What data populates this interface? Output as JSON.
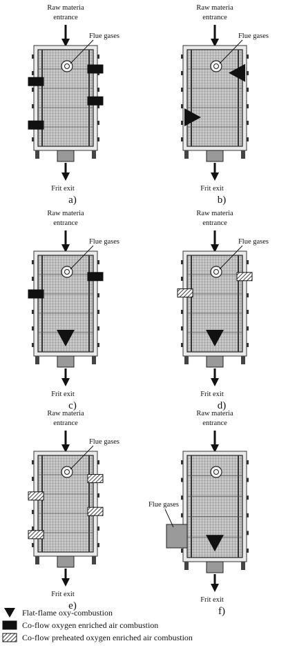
{
  "panels": [
    {
      "id": "a",
      "letter": "a)",
      "top_label": [
        "Raw materia",
        "entrance"
      ],
      "flue_label": "Flue gases",
      "flue_pos": "top",
      "exit_label": "Frit exit",
      "burners": [
        {
          "kind": "oxy",
          "side": "left",
          "y": 0.33
        },
        {
          "kind": "oxy",
          "side": "right",
          "y": 0.2
        },
        {
          "kind": "oxy",
          "side": "right",
          "y": 0.53
        },
        {
          "kind": "oxy",
          "side": "left",
          "y": 0.78
        }
      ]
    },
    {
      "id": "b",
      "letter": "b)",
      "top_label": [
        "Raw materia",
        "entrance"
      ],
      "flue_label": "Flue gases",
      "flue_pos": "top",
      "exit_label": "Frit exit",
      "burners": [
        {
          "kind": "flat",
          "side": "right",
          "y": 0.24
        },
        {
          "kind": "flat",
          "side": "left",
          "y": 0.7
        }
      ]
    },
    {
      "id": "c",
      "letter": "c)",
      "top_label": [
        "Raw materia",
        "entrance"
      ],
      "flue_label": "Flue gases",
      "flue_pos": "top",
      "exit_label": "Frit exit",
      "burners": [
        {
          "kind": "oxy",
          "side": "right",
          "y": 0.22
        },
        {
          "kind": "oxy",
          "side": "left",
          "y": 0.4
        },
        {
          "kind": "flat",
          "side": "bottom",
          "y": 0.9
        }
      ]
    },
    {
      "id": "d",
      "letter": "d)",
      "top_label": [
        "Raw materia",
        "entrance"
      ],
      "flue_label": "Flue gases",
      "flue_pos": "top",
      "exit_label": "Frit exit",
      "burners": [
        {
          "kind": "preheat",
          "side": "right",
          "y": 0.22
        },
        {
          "kind": "preheat",
          "side": "left",
          "y": 0.39
        },
        {
          "kind": "flat",
          "side": "bottom",
          "y": 0.9
        }
      ]
    },
    {
      "id": "e",
      "letter": "e)",
      "top_label": [
        "Raw materia",
        "entrance"
      ],
      "flue_label": "Flue gases",
      "flue_pos": "top",
      "exit_label": "Frit exit",
      "burners": [
        {
          "kind": "preheat",
          "side": "right",
          "y": 0.24
        },
        {
          "kind": "preheat",
          "side": "left",
          "y": 0.42
        },
        {
          "kind": "preheat",
          "side": "right",
          "y": 0.58
        },
        {
          "kind": "preheat",
          "side": "left",
          "y": 0.82
        }
      ]
    },
    {
      "id": "f",
      "letter": "f)",
      "top_label": [
        "Raw materia",
        "entrance"
      ],
      "flue_label": "Flue gases",
      "flue_pos": "side",
      "exit_label": "Frit exit",
      "burners": [
        {
          "kind": "flat",
          "side": "bottom",
          "y": 0.9
        }
      ]
    }
  ],
  "legend": [
    {
      "kind": "flat",
      "text": "Flat-flame oxy-combustion"
    },
    {
      "kind": "oxy",
      "text": "Co-flow oxygen enriched air combustion"
    },
    {
      "kind": "preheat",
      "text": "Co-flow preheated oxygen enriched air combustion"
    }
  ]
}
